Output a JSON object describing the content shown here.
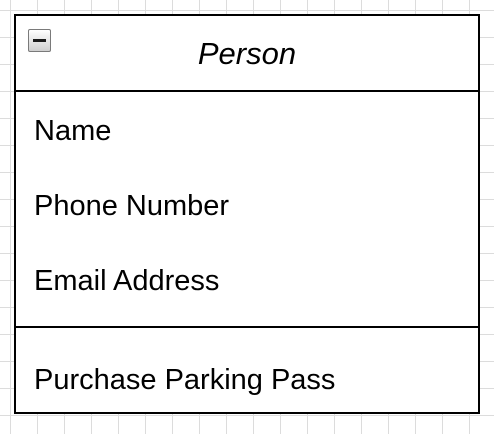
{
  "uml_class": {
    "name": "Person",
    "attributes": [
      "Name",
      "Phone Number",
      "Email Address"
    ],
    "methods": [
      "Purchase Parking Pass"
    ],
    "collapse_icon": "minus-square-icon"
  },
  "colors": {
    "border": "#000000",
    "grid": "#dcdcdc",
    "background": "#ffffff"
  }
}
